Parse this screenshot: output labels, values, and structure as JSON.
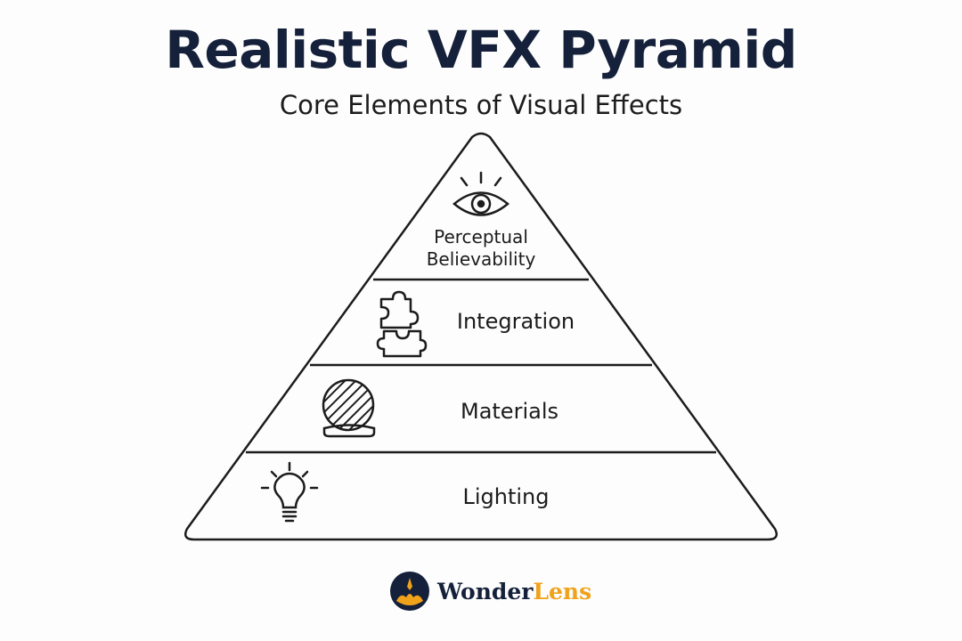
{
  "title": "Realistic VFX Pyramid",
  "subtitle": "Core Elements of Visual Effects",
  "tiers": [
    {
      "label_line1": "Perceptual",
      "label_line2": "Believability",
      "icon": "eye-icon"
    },
    {
      "label": "Integration",
      "icon": "puzzle-icon"
    },
    {
      "label": "Materials",
      "icon": "sphere-icon"
    },
    {
      "label": "Lighting",
      "icon": "lightbulb-icon"
    }
  ],
  "brand": {
    "part1": "Wonder",
    "part2": "Lens",
    "logo": "wonderlens-logo"
  },
  "colors": {
    "title": "#15203a",
    "stroke": "#1c1c1c",
    "brand_accent": "#f0a21a"
  }
}
